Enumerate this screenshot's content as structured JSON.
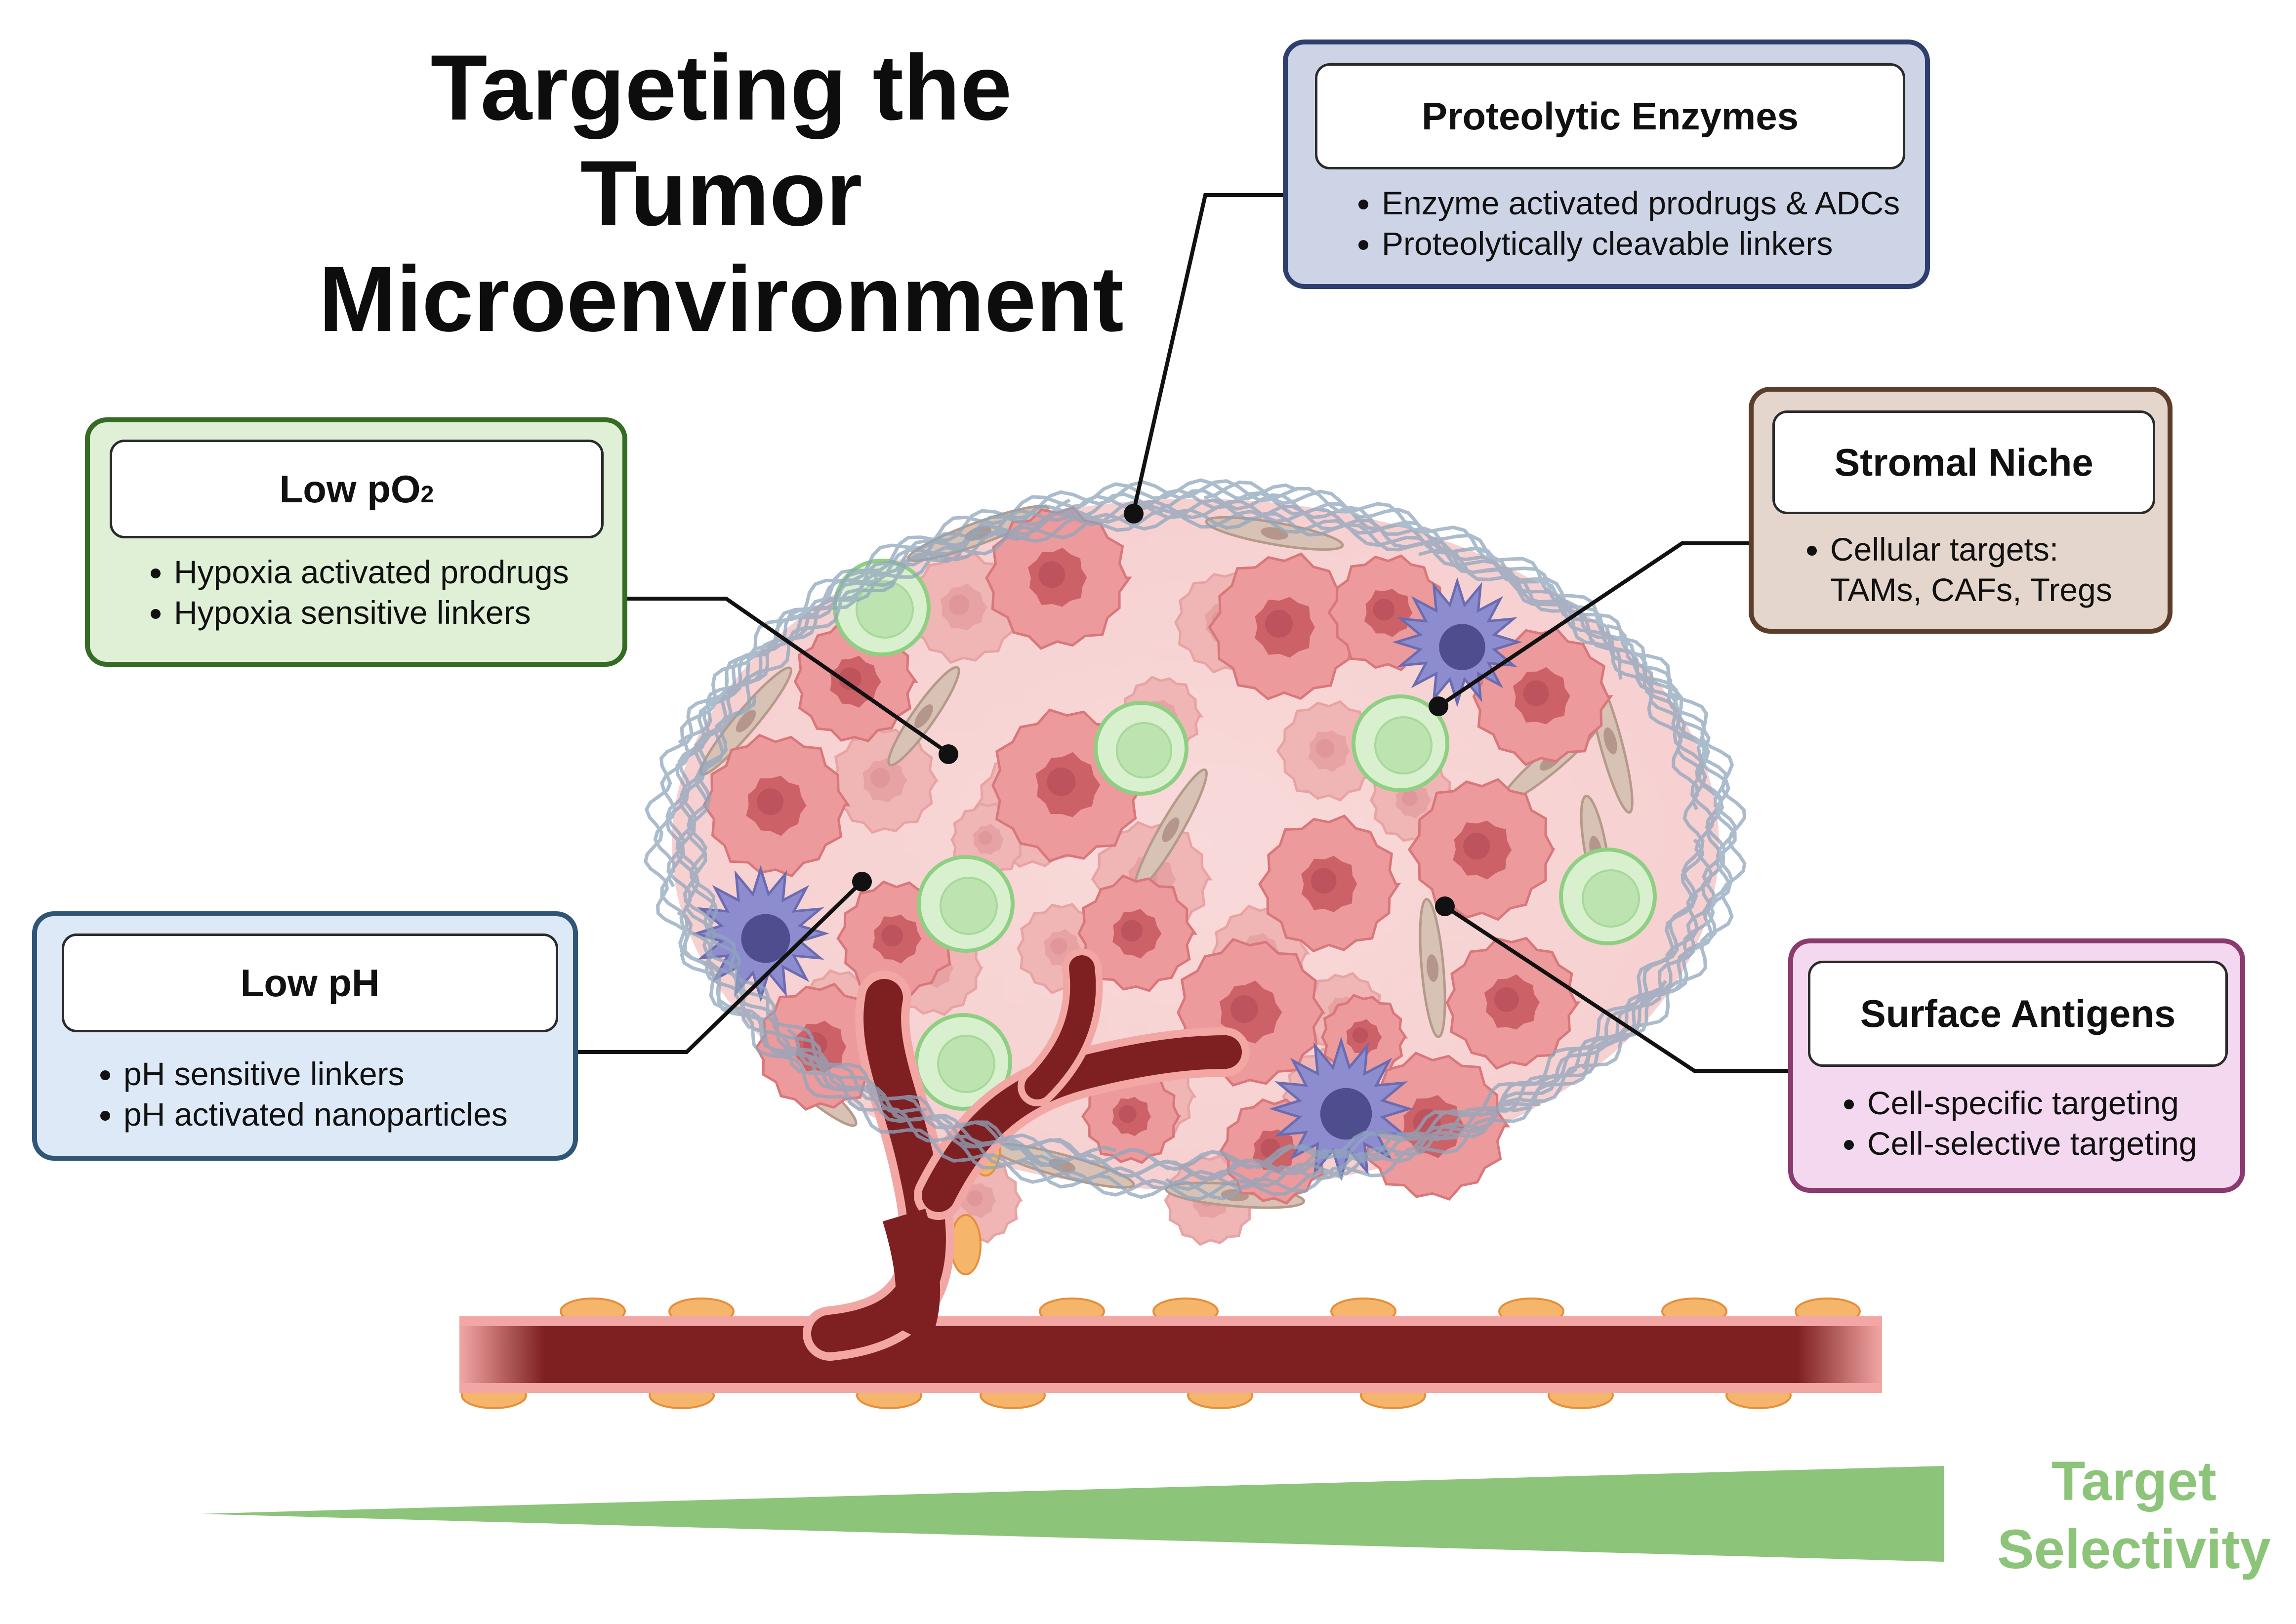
{
  "title": {
    "line1": "Targeting the",
    "line2": "Tumor",
    "line3": "Microenvironment"
  },
  "boxes": {
    "proteolytic": {
      "heading": "Proteolytic Enzymes",
      "bullets": [
        "Enzyme activated prodrugs & ADCs",
        "Proteolytically cleavable linkers"
      ],
      "border_color": "#2e3f6e",
      "fill_color": "#cdd4e6"
    },
    "low_po2": {
      "heading_main": "Low pO",
      "heading_sub": "2",
      "bullets": [
        "Hypoxia activated prodrugs",
        "Hypoxia sensitive linkers"
      ],
      "border_color": "#356b25",
      "fill_color": "#dff0d6"
    },
    "stromal": {
      "heading": "Stromal Niche",
      "bullet_line1": "Cellular targets:",
      "bullet_line2": "TAMs, CAFs, Tregs",
      "border_color": "#5a3d2b",
      "fill_color": "#e4d6cc"
    },
    "low_ph": {
      "heading": "Low pH",
      "bullets": [
        "pH sensitive linkers",
        "pH activated nanoparticles"
      ],
      "border_color": "#2f5577",
      "fill_color": "#dde9f6"
    },
    "surface": {
      "heading": "Surface Antigens",
      "bullets": [
        "Cell-specific targeting",
        "Cell-selective targeting"
      ],
      "border_color": "#8a3a6e",
      "fill_color": "#f3d8ef"
    }
  },
  "gradient": {
    "label_line1": "Target",
    "label_line2": "Selectivity",
    "color": "#8cc47a"
  },
  "illustration": {
    "icons": [
      "tumor-cell-icon",
      "lymphocyte-icon",
      "macrophage-icon",
      "fibroblast-icon",
      "blood-vessel-icon",
      "collagen-fiber-icon"
    ]
  }
}
